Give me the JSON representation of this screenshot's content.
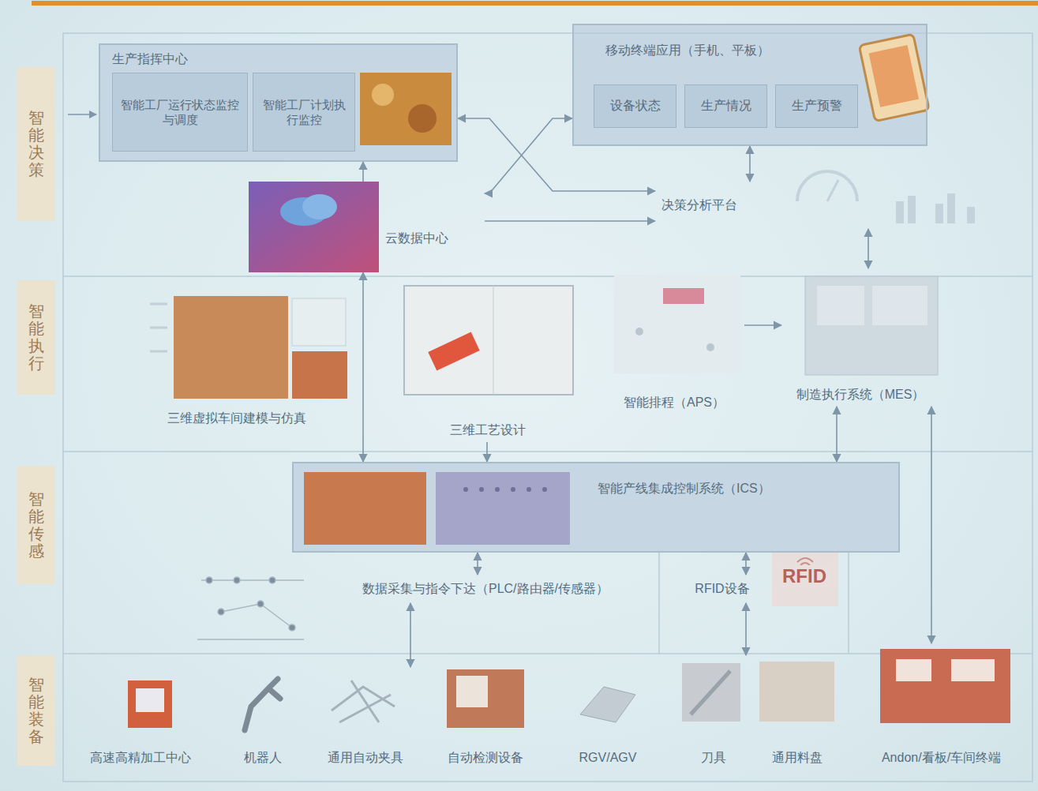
{
  "diagram": {
    "nodes": [
      {
        "text": [
          "生产指挥中心"
        ]
      },
      {
        "text": [
          "智能工厂运行状态监控与调度"
        ],
        "in": 0
      },
      {
        "text": [
          "智能工厂计划执行监控"
        ],
        "in": 0
      },
      {
        "text": [
          "移动终端应用（手机、平板）"
        ]
      },
      {
        "text": [
          "设备状态"
        ],
        "in": 3
      },
      {
        "text": [
          "生产情况"
        ],
        "in": 3
      },
      {
        "text": [
          "生产预警"
        ],
        "in": 3
      },
      {
        "text": [
          "云数据中心"
        ]
      },
      {
        "text": [
          "决策分析平台"
        ]
      },
      {
        "text": [
          "三维虚拟车间建模与仿真"
        ]
      },
      {
        "text": [
          "三维工艺设计"
        ]
      },
      {
        "text": [
          "智能排程（APS）"
        ]
      },
      {
        "text": [
          "制造执行系统（MES）"
        ]
      },
      {
        "text": [
          "智能产线集成控制系统（ICS）"
        ]
      },
      {
        "text": [
          "数据采集与指令下达（PLC/路由器/传感器）"
        ]
      },
      {
        "text": [
          "RFID设备"
        ]
      },
      {
        "text": [
          "高速高精加工中心"
        ]
      },
      {
        "text": [
          "机器人"
        ]
      },
      {
        "text": [
          "通用自动夹具"
        ]
      },
      {
        "text": [
          "自动检测设备"
        ]
      },
      {
        "text": [
          "RGV/AGV"
        ]
      },
      {
        "text": [
          "刀具"
        ]
      },
      {
        "text": [
          "通用料盘"
        ]
      },
      {
        "text": [
          "Andon/看板/车间终端"
        ]
      }
    ],
    "edges": [
      {
        "from": 7,
        "to": 0,
        "arrow": "to"
      },
      {
        "from": 0,
        "to": 8,
        "arrow": "both"
      },
      {
        "from": 7,
        "to": 3,
        "arrow": "both"
      },
      {
        "from": 7,
        "to": 8,
        "arrow": "to"
      },
      {
        "from": 3,
        "to": 8,
        "arrow": "both"
      },
      {
        "from": 8,
        "to": 12,
        "arrow": "both"
      },
      {
        "from": 11,
        "to": 12,
        "arrow": "to"
      },
      {
        "from": 7,
        "to": 13,
        "arrow": "both"
      },
      {
        "from": 10,
        "to": 13,
        "arrow": "to"
      },
      {
        "from": 12,
        "to": 13,
        "arrow": "both"
      },
      {
        "from": 12,
        "to": 23,
        "arrow": "both"
      },
      {
        "from": 13,
        "to": 14,
        "arrow": "both"
      },
      {
        "from": 13,
        "to": 15,
        "arrow": "both"
      },
      {
        "from": 14,
        "to": 18,
        "arrow": "both"
      },
      {
        "from": 15,
        "to": 21,
        "arrow": "both"
      }
    ],
    "labels": [
      "智能决策",
      "智能执行",
      "智能传感",
      "智能装备",
      "RFID"
    ]
  }
}
